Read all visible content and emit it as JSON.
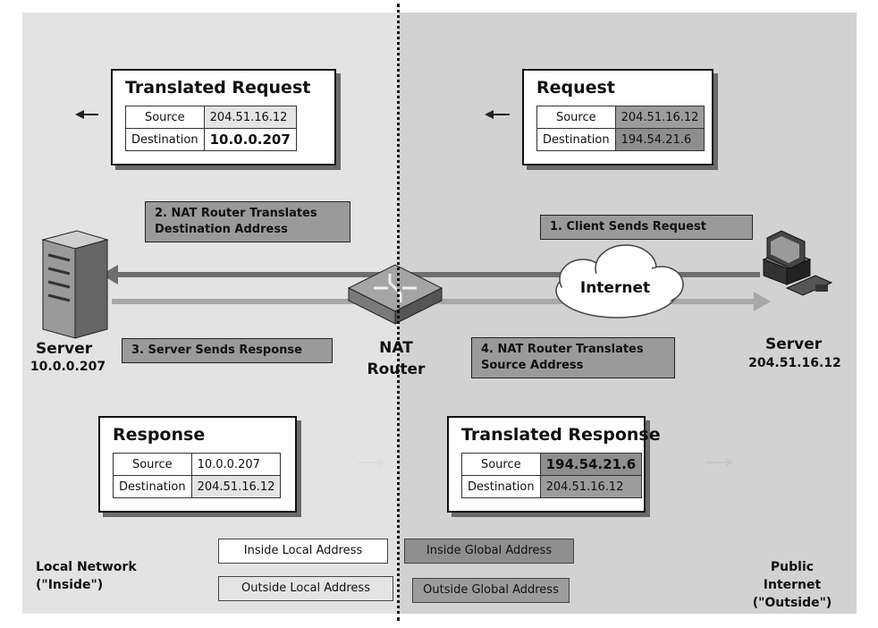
{
  "zones": {
    "left_label": "Local Network\n(\"Inside\")",
    "right_label": "Public Internet\n(\"Outside\")"
  },
  "packets": {
    "translated_request": {
      "title": "Translated Request",
      "source_label": "Source",
      "source_value": "204.51.16.12",
      "dest_label": "Destination",
      "dest_value": "10.0.0.207"
    },
    "request": {
      "title": "Request",
      "source_label": "Source",
      "source_value": "204.51.16.12",
      "dest_label": "Destination",
      "dest_value": "194.54.21.6"
    },
    "response": {
      "title": "Response",
      "source_label": "Source",
      "source_value": "10.0.0.207",
      "dest_label": "Destination",
      "dest_value": "204.51.16.12"
    },
    "translated_response": {
      "title": "Translated Response",
      "source_label": "Source",
      "source_value": "194.54.21.6",
      "dest_label": "Destination",
      "dest_value": "204.51.16.12"
    }
  },
  "steps": {
    "step1": "1. Client Sends Request",
    "step2": "2. NAT Router Translates\nDestination Address",
    "step3": "3. Server Sends Response",
    "step4": "4. NAT Router Translates\nSource  Address"
  },
  "nodes": {
    "left_server_name": "Server",
    "left_server_ip": "10.0.0.207",
    "router_label": "NAT\nRouter",
    "internet_label": "Internet",
    "right_server_name": "Server",
    "right_server_ip": "204.51.16.12"
  },
  "legend": {
    "inside_local": "Inside Local Address",
    "inside_global": "Inside Global Address",
    "outside_local": "Outside Local Address",
    "outside_global": "Outside Global Address"
  },
  "icons": [
    "server-tower-icon",
    "router-icon",
    "cloud-icon",
    "workstation-icon",
    "arrow-left-icon",
    "arrow-right-icon"
  ],
  "colors": {
    "inside_local": "#ffffff",
    "outside_local": "#e4e4e4",
    "inside_global": "#8e8e8e",
    "outside_global": "#9c9c9c"
  }
}
